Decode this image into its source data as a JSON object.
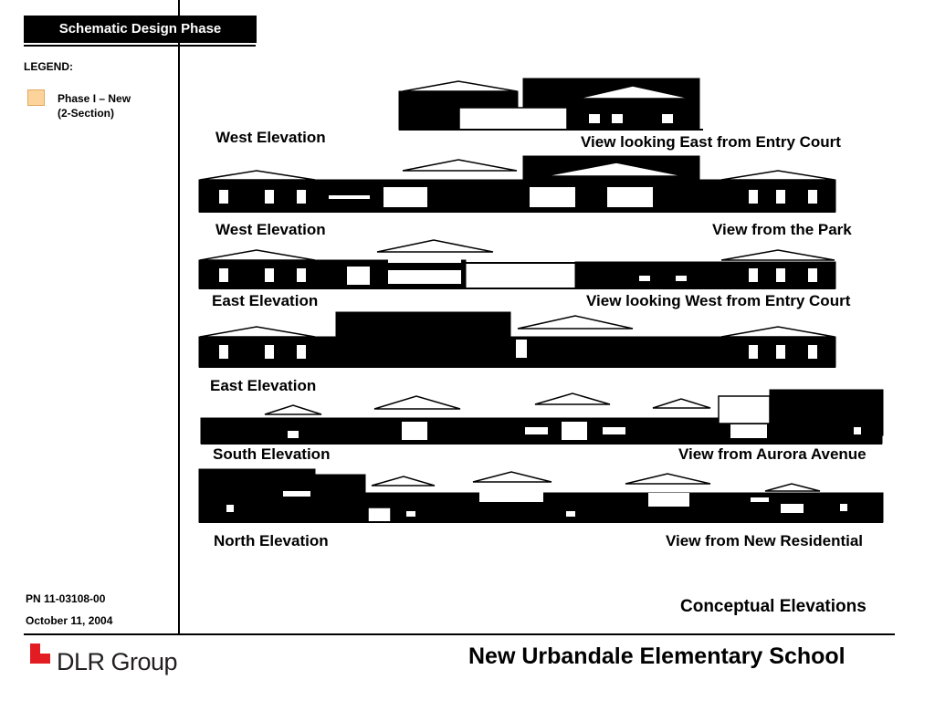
{
  "header": {
    "phase_tab": "Schematic Design Phase"
  },
  "legend": {
    "title": "LEGEND:",
    "items": [
      {
        "label_line1": "Phase I – New",
        "label_line2": "(2-Section)",
        "color": "#fcd49b"
      }
    ]
  },
  "labels": {
    "west_elevation_1": "West Elevation",
    "view_east_entry": "View looking East from Entry Court",
    "west_elevation_2": "West Elevation",
    "view_park": "View from the Park",
    "east_elevation_1": "East Elevation",
    "view_west_entry": "View looking West from Entry Court",
    "east_elevation_2": "East Elevation",
    "south_elevation": "South Elevation",
    "view_aurora": "View from Aurora Avenue",
    "north_elevation": "North Elevation",
    "view_residential": "View from New Residential"
  },
  "footer": {
    "project_number": "PN 11-03108-00",
    "date": "October 11, 2004",
    "sheet_title": "Conceptual Elevations",
    "school_name": "New Urbandale Elementary School",
    "company": "DLR Group",
    "brand_color": "#e31b23"
  }
}
